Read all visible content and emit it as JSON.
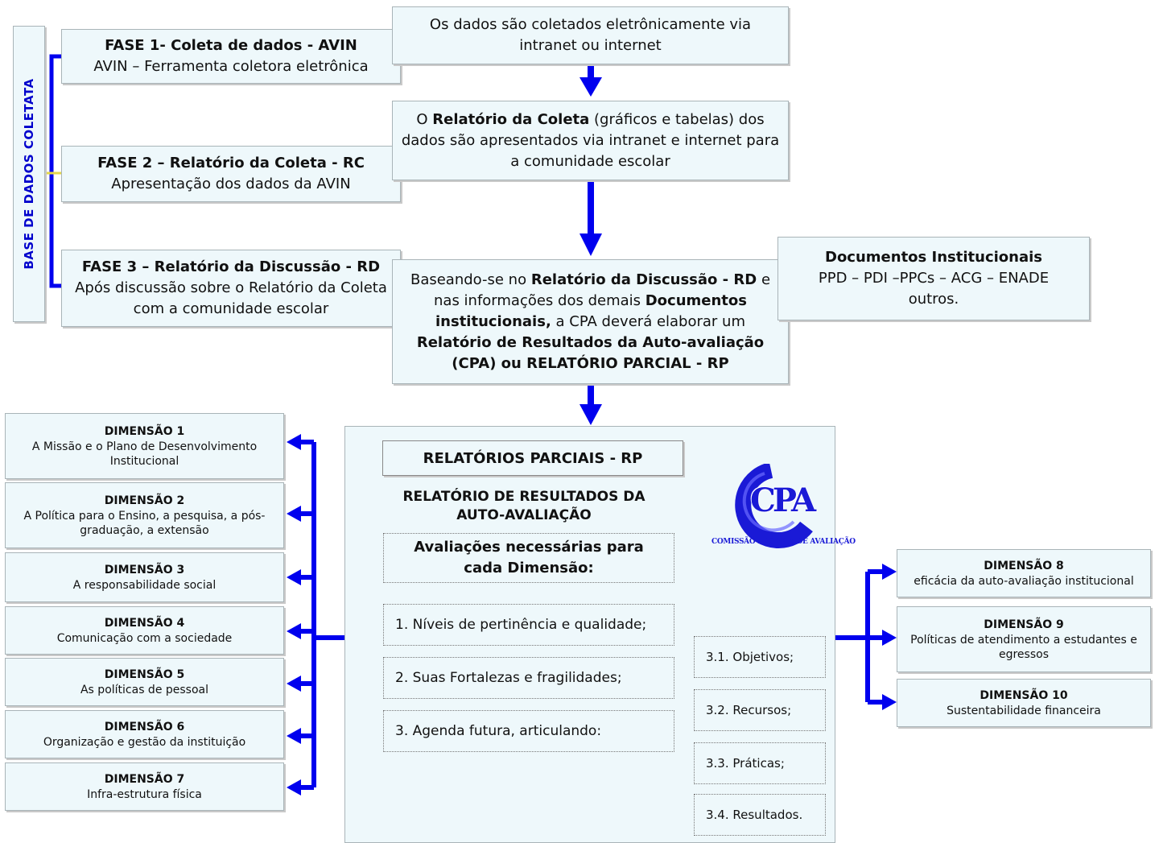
{
  "sidebar": {
    "label": "BASE DE DADOS COLETATA"
  },
  "phases": [
    {
      "title": "FASE 1- Coleta de dados - AVIN",
      "text": "AVIN – Ferramenta coletora eletrônica"
    },
    {
      "title": "FASE 2 – Relatório da Coleta - RC",
      "text": "Apresentação dos dados da AVIN"
    },
    {
      "title": "FASE 3 – Relatório da Discussão - RD",
      "text": "Após discussão sobre o Relatório da Coleta com a comunidade escolar"
    }
  ],
  "flow": {
    "step1": "Os dados são coletados eletrônicamente via intranet ou internet",
    "step2": {
      "p1": "O ",
      "b1": "Relatório da Coleta",
      "p2": " (gráficos e tabelas) dos dados são apresentados via intranet e internet para a comunidade escolar"
    },
    "step3": {
      "p1": "Baseando-se no ",
      "b1": "Relatório da Discussão - RD",
      "p2": "  e nas informações dos demais ",
      "b2": "Documentos institucionais,",
      "p3": "  a CPA deverá elaborar um ",
      "b3": "Relatório de Resultados da Auto-avaliação (CPA) ou RELATÓRIO PARCIAL - RP"
    }
  },
  "docs": {
    "title": "Documentos Institucionais",
    "text": "PPD – PDI –PPCs – ACG – ENADE outros."
  },
  "main": {
    "header": "RELATÓRIOS PARCIAIS - RP",
    "subtitle": "RELATÓRIO DE RESULTADOS DA AUTO-AVALIAÇÃO",
    "evaluations_title": "Avaliações necessárias para cada Dimensão:",
    "items": [
      "1. Níveis de pertinência e qualidade;",
      "2. Suas Fortalezas e fragilidades;",
      "3. Agenda futura, articulando:"
    ],
    "subitems": [
      "3.1. Objetivos;",
      "3.2. Recursos;",
      "3.3. Práticas;",
      "3.4. Resultados."
    ]
  },
  "logo": {
    "letters": "CPA",
    "caption": "COMISSÃO PRÓPRIA DE AVALIAÇÃO"
  },
  "dimensions_left": [
    {
      "title": "DIMENSÃO 1",
      "text": "A Missão e o Plano de Desenvolvimento Institucional"
    },
    {
      "title": "DIMENSÃO 2",
      "text": "A Política para o Ensino, a pesquisa, a pós-graduação, a extensão"
    },
    {
      "title": "DIMENSÃO 3",
      "text": "A responsabilidade social"
    },
    {
      "title": "DIMENSÃO 4",
      "text": "Comunicação com a sociedade"
    },
    {
      "title": "DIMENSÃO 5",
      "text": "As políticas de pessoal"
    },
    {
      "title": "DIMENSÃO 6",
      "text": "Organização e gestão da instituição"
    },
    {
      "title": "DIMENSÃO 7",
      "text": "Infra-estrutura física"
    }
  ],
  "dimensions_right": [
    {
      "title": "DIMENSÃO 8",
      "text": "eficácia da auto-avaliação institucional"
    },
    {
      "title": "DIMENSÃO 9",
      "text": "Políticas de atendimento a estudantes e egressos"
    },
    {
      "title": "DIMENSÃO 10",
      "text": "Sustentabilidade financeira"
    }
  ],
  "colors": {
    "arrow": "#0000ee",
    "box_bg": "#eef8fb",
    "logo_blue": "#1a1ad6"
  }
}
